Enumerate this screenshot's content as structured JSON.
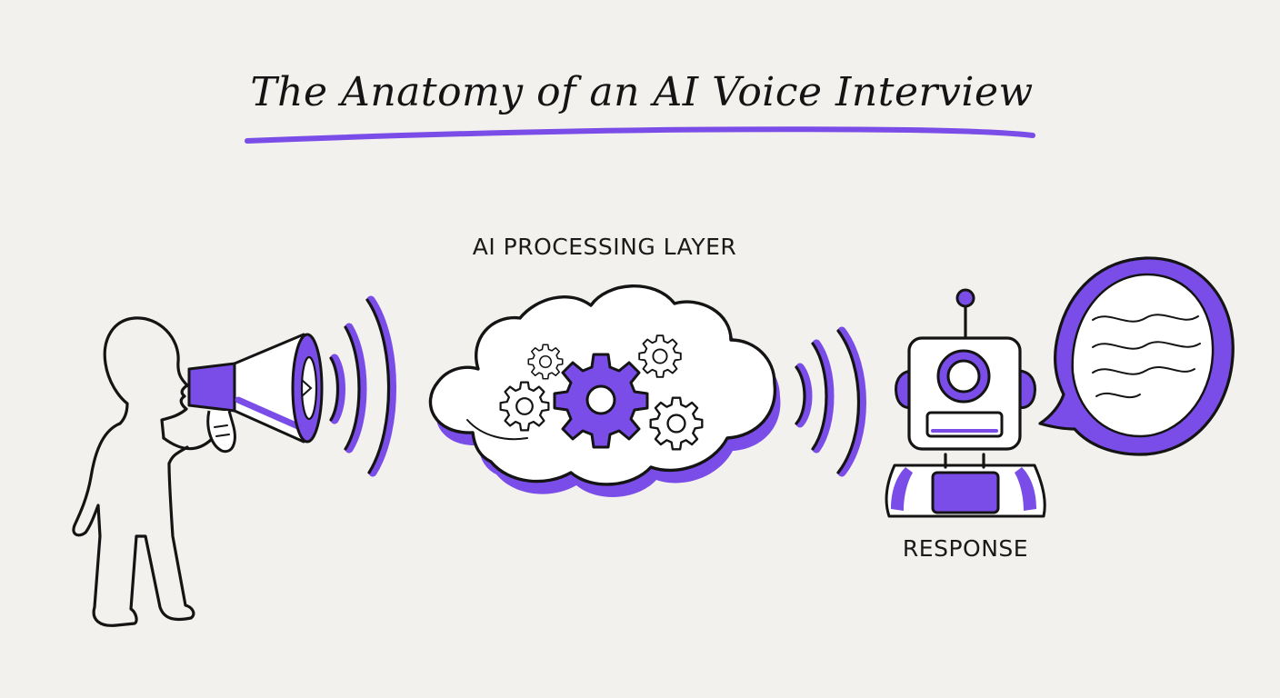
{
  "diagram": {
    "title": "The Anatomy of an AI Voice Interview",
    "processing_label": "AI PROCESSING LAYER",
    "response_label": "RESPONSE"
  },
  "colors": {
    "accent": "#7a4de8",
    "ink": "#141414",
    "background": "#f2f1ed",
    "fill": "#ffffff"
  },
  "icons": [
    "person-icon",
    "megaphone-icon",
    "sound-waves-icon",
    "cloud-icon",
    "gears-icon",
    "robot-icon",
    "speech-bubble-icon"
  ]
}
